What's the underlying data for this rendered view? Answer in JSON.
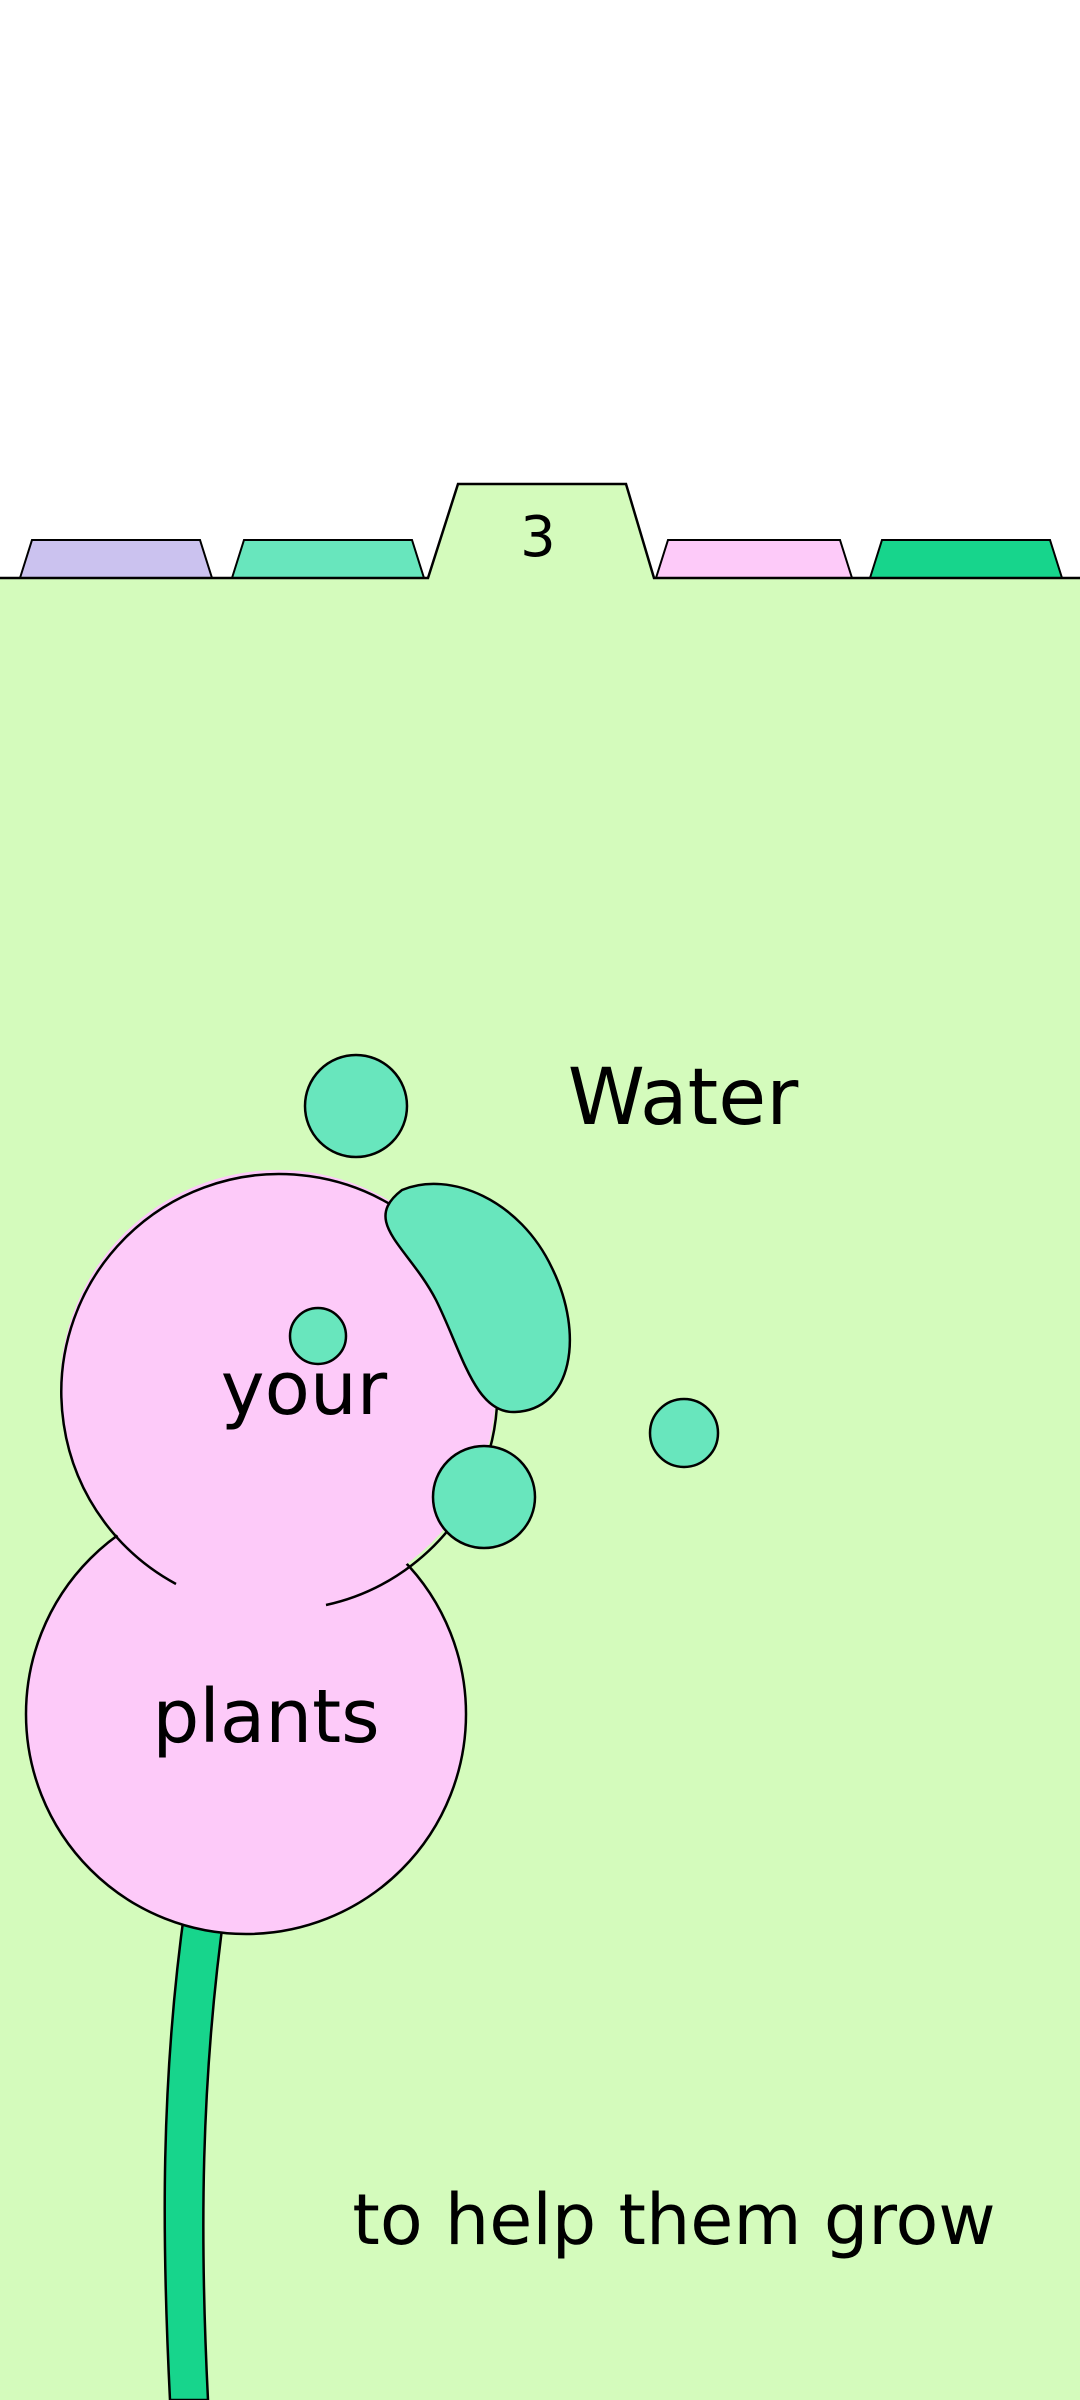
{
  "colors": {
    "page_bg": "#ffffff",
    "panel_bg": "#d4fbbc",
    "tab_purple": "#cbc2ef",
    "tab_mint": "#68e6bd",
    "tab_pink": "#fdcaf9",
    "tab_green": "#17d58c",
    "bubble_pink": "#fdcaf9",
    "drop_mint": "#68e6bd",
    "stem_green": "#17d58c",
    "outline": "#000000"
  },
  "tabs": [
    {
      "label": ""
    },
    {
      "label": ""
    },
    {
      "label": "3",
      "active": true
    },
    {
      "label": ""
    },
    {
      "label": ""
    }
  ],
  "text": {
    "word1": "Water",
    "word2": "your",
    "word3": "plants",
    "caption": "to help them grow"
  }
}
